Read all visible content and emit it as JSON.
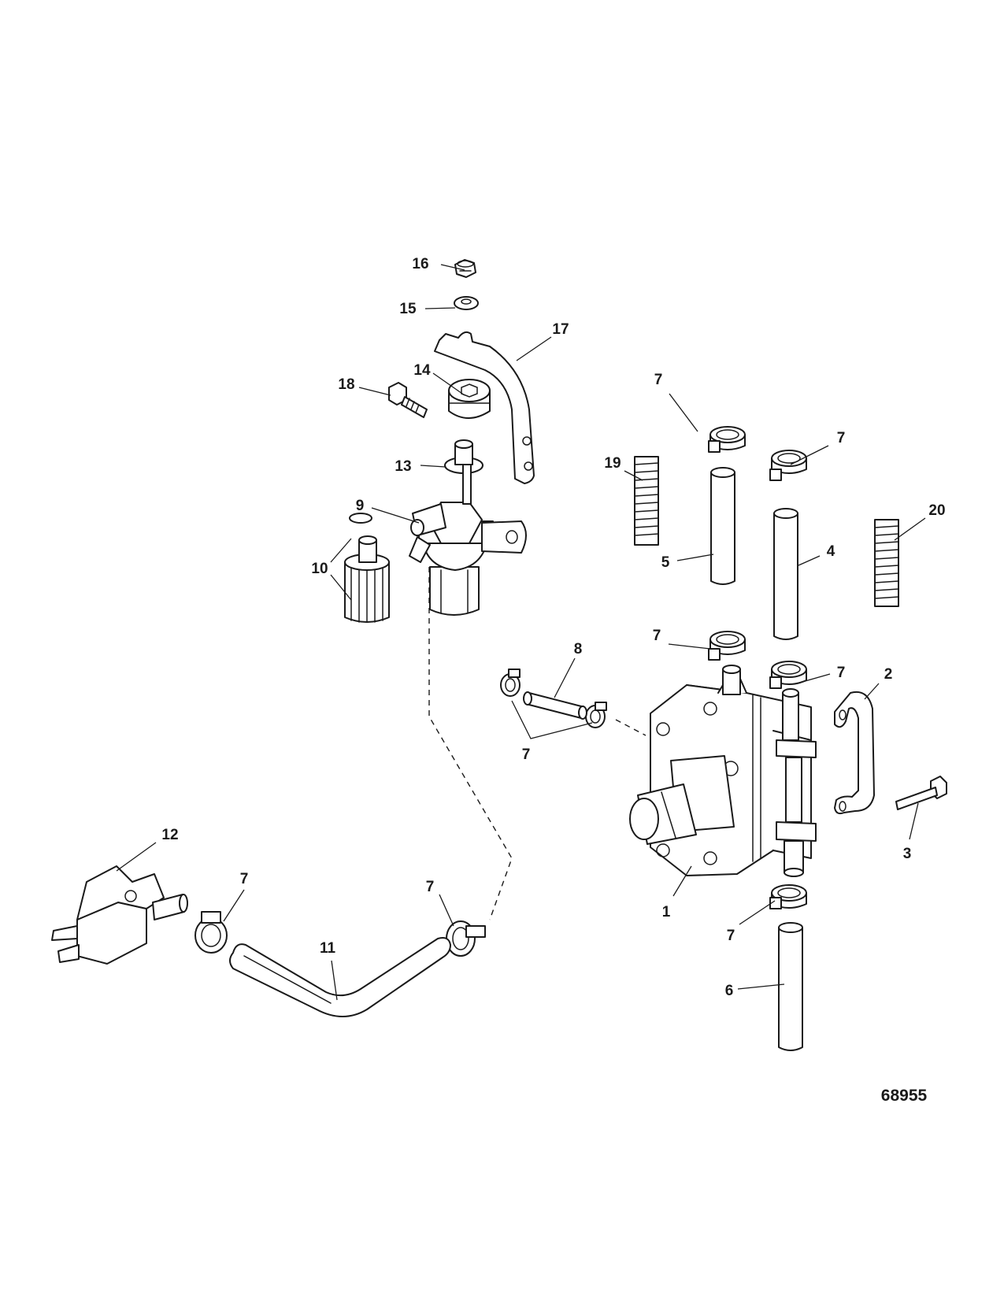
{
  "figure_number": "68955",
  "callouts": {
    "c1": "1",
    "c2": "2",
    "c3": "3",
    "c4": "4",
    "c5": "5",
    "c6": "6",
    "c7a": "7",
    "c7b": "7",
    "c7c": "7",
    "c7d": "7",
    "c7e": "7",
    "c7f": "7",
    "c7g": "7",
    "c7h": "7",
    "c8": "8",
    "c9": "9",
    "c10": "10",
    "c11": "11",
    "c12": "12",
    "c13": "13",
    "c14": "14",
    "c15": "15",
    "c16": "16",
    "c17": "17",
    "c18": "18",
    "c19": "19",
    "c20": "20"
  }
}
